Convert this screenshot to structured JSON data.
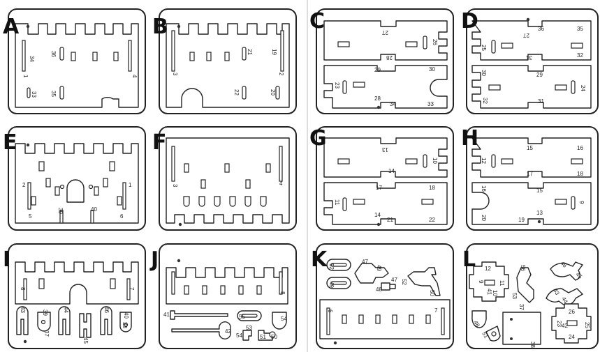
{
  "panels": [
    {
      "letter": "A",
      "numbers": [
        "34",
        "36",
        "1",
        "4",
        "33",
        "35"
      ]
    },
    {
      "letter": "B",
      "numbers": [
        "21",
        "19",
        "3",
        "2",
        "22",
        "20"
      ]
    },
    {
      "letter": "C",
      "numbers": [
        "27",
        "26",
        "28",
        "29",
        "30",
        "23",
        "28",
        "34",
        "33"
      ]
    },
    {
      "letter": "D",
      "numbers": [
        "27",
        "36",
        "35",
        "25",
        "31",
        "32",
        "30",
        "29",
        "24",
        "32",
        "31"
      ]
    },
    {
      "letter": "E",
      "numbers": [
        "2",
        "1",
        "5",
        "39",
        "40",
        "6"
      ]
    },
    {
      "letter": "F",
      "numbers": [
        "3",
        "4"
      ]
    },
    {
      "letter": "G",
      "numbers": [
        "13",
        "10",
        "14",
        "17",
        "18",
        "11",
        "14",
        "21",
        "22"
      ]
    },
    {
      "letter": "H",
      "numbers": [
        "15",
        "16",
        "12",
        "17",
        "18",
        "16",
        "15",
        "9",
        "20",
        "19",
        "13"
      ]
    },
    {
      "letter": "I",
      "numbers": [
        "8",
        "7",
        "43",
        "39",
        "37",
        "44",
        "45",
        "46",
        "40",
        "38"
      ]
    },
    {
      "letter": "J",
      "numbers": [
        "41",
        "42",
        "55",
        "53",
        "54",
        "54",
        "51",
        "50",
        "8"
      ]
    },
    {
      "letter": "K",
      "numbers": [
        "52",
        "49",
        "47",
        "49",
        "52",
        "48",
        "47",
        "50",
        "6",
        "7"
      ]
    },
    {
      "letter": "L",
      "numbers": [
        "12",
        "9",
        "41",
        "10",
        "11",
        "56",
        "53",
        "37",
        "46",
        "45",
        "43",
        "44",
        "48",
        "51",
        "38",
        "26",
        "42",
        "23",
        "25",
        "24"
      ]
    }
  ]
}
